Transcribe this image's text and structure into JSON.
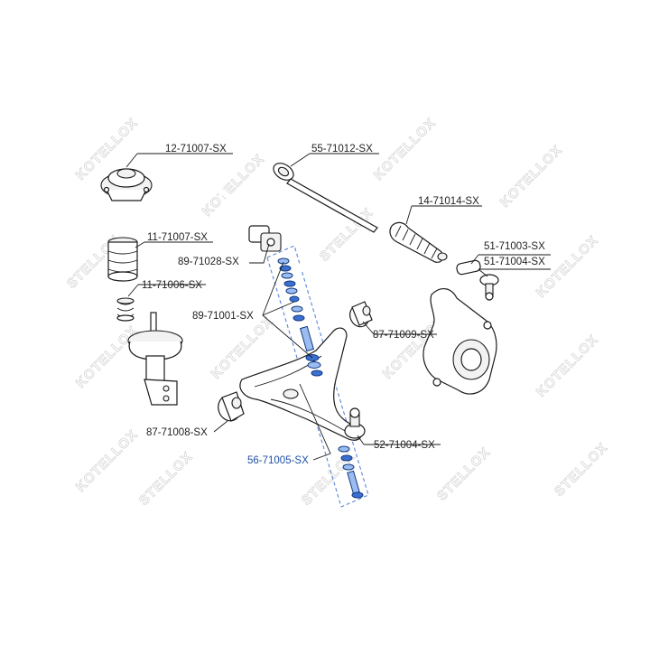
{
  "watermark": {
    "brand": "STELLOX",
    "brand_mirror": "KOTELLOX"
  },
  "colors": {
    "highlight": "#3b6fd0",
    "highlight_label": "#1d4fa3",
    "line": "#1a1a1a"
  },
  "parts": {
    "strut_mount": "12-71007-SX",
    "tie_rod": "55-71012-SX",
    "steering_boot": "14-71014-SX",
    "bump_stop": "11-71007-SX",
    "stab_link_bush": "89-71028-SX",
    "tie_rod_end_a": "51-71003-SX",
    "tie_rod_end_b": "51-71004-SX",
    "spring_pad": "11-71006-SX",
    "arm_bolt_kit": "89-71001-SX",
    "arm_bush_rear": "87-71009-SX",
    "arm_bush_front": "87-71008-SX",
    "ball_joint": "52-71004-SX",
    "control_arm": "56-71005-SX"
  }
}
